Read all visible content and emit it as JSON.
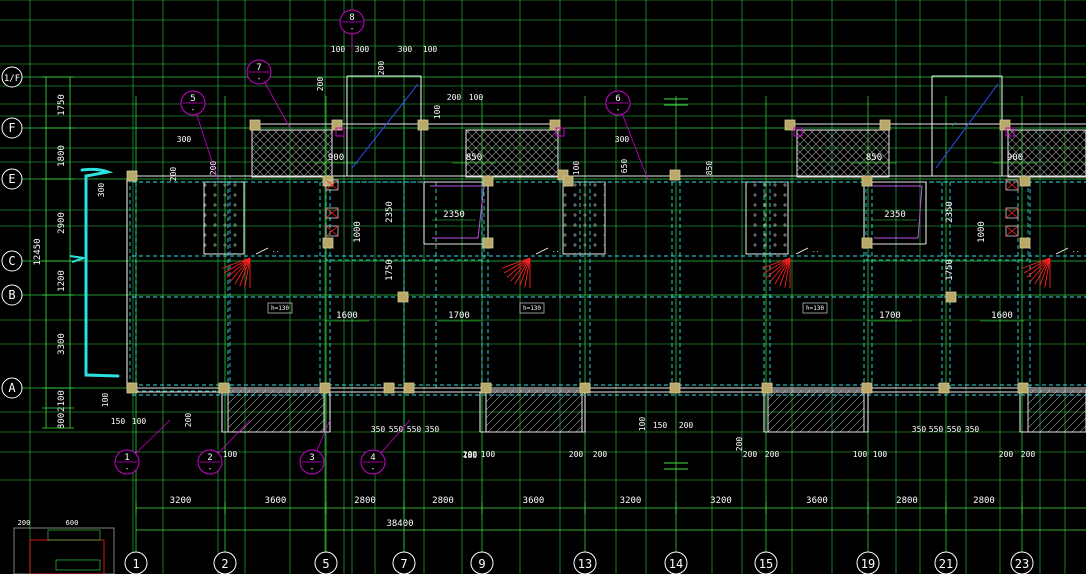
{
  "drawing": {
    "background": "#000000",
    "colors": {
      "axis_line": "#2ecc40",
      "dimension": "#3fe03f",
      "wall": "#e6e6e6",
      "beam_dashed": "#33e0e0",
      "column": "#b8a86a",
      "callout": "#d000d0",
      "stair": "#ff2020",
      "annotation_marker": "#2ce0e0",
      "text": "#ffffff",
      "room_fill": "#a0a0a0"
    },
    "row_axes": [
      {
        "label": "1/F"
      },
      {
        "label": "F"
      },
      {
        "label": "E"
      },
      {
        "label": "C"
      },
      {
        "label": "B"
      },
      {
        "label": "A"
      }
    ],
    "left_dims_outer": {
      "total": "12450"
    },
    "left_dims_inner": [
      "1750",
      "1800",
      "2900",
      "1200",
      "3300",
      "2100",
      "800"
    ],
    "column_axes": [
      "1",
      "2",
      "5",
      "7",
      "9",
      "13",
      "14",
      "15",
      "19",
      "21",
      "23"
    ],
    "bottom_spacings": [
      "3200",
      "3600",
      "2800",
      "2800",
      "3600",
      "3200",
      "3200",
      "3600",
      "2800",
      "2800"
    ],
    "bottom_total": "38400",
    "callouts": [
      {
        "label": "8"
      },
      {
        "label": "7"
      },
      {
        "label": "5"
      },
      {
        "label": "6"
      },
      {
        "label": "1"
      },
      {
        "label": "2"
      },
      {
        "label": "3"
      },
      {
        "label": "4"
      }
    ],
    "callout_sub": "-",
    "room_dims": [
      "2350",
      "2350",
      "2350",
      "2350",
      "1750",
      "1750",
      "1600",
      "1700",
      "1700",
      "1600",
      "1000",
      "1000",
      "850",
      "850",
      "900",
      "900"
    ],
    "small_dims": [
      "100",
      "300",
      "300",
      "100",
      "200",
      "100",
      "200",
      "100",
      "200",
      "300",
      "300",
      "200",
      "200",
      "100",
      "650",
      "850",
      "300",
      "100",
      "150",
      "100",
      "200",
      "200",
      "100",
      "350",
      "550",
      "550",
      "350",
      "350",
      "550",
      "550",
      "350",
      "100",
      "200",
      "180",
      "200",
      "200",
      "100",
      "150",
      "200",
      "200",
      "200",
      "200",
      "100",
      "100",
      "200",
      "200"
    ],
    "slab_tag": "h=130",
    "inset_dims": [
      "200",
      "600"
    ]
  }
}
